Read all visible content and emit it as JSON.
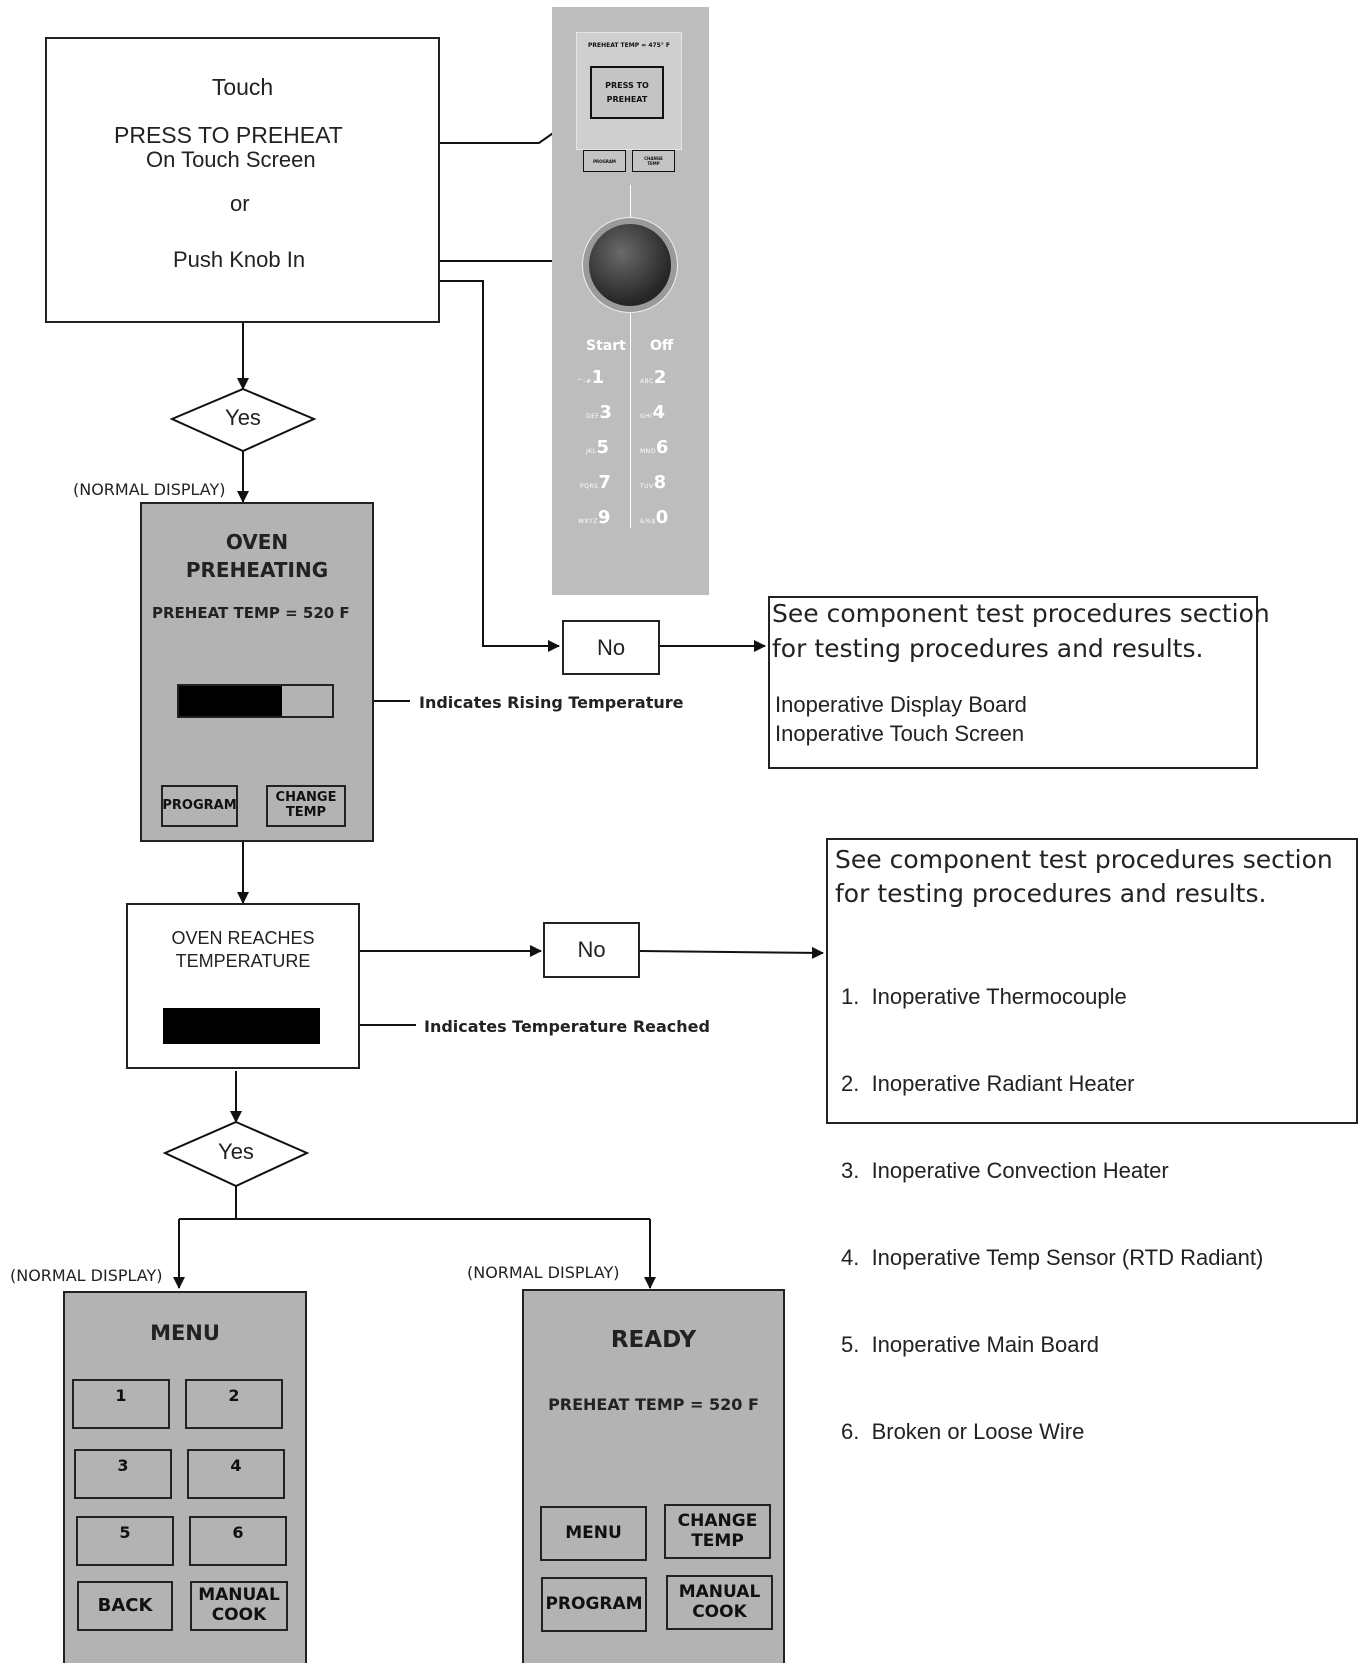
{
  "start_box": {
    "touch": "Touch",
    "press_to_preheat": "PRESS TO PREHEAT",
    "on_touch_screen": "On Touch Screen",
    "or": "or",
    "push_knob_in": "Push Knob In"
  },
  "control_panel": {
    "screen_title": "PREHEAT TEMP = 475° F",
    "press_to_preheat": "PRESS TO\nPREHEAT",
    "program": "PROGRAM",
    "change_temp": "CHANGE\nTEMP",
    "start": "Start",
    "off": "Off",
    "keys": [
      {
        "letters": "\"'-#",
        "digit": "1"
      },
      {
        "letters": "ABC",
        "digit": "2"
      },
      {
        "letters": "DEF",
        "digit": "3"
      },
      {
        "letters": "GHI",
        "digit": "4"
      },
      {
        "letters": "JKL",
        "digit": "5"
      },
      {
        "letters": "MNO",
        "digit": "6"
      },
      {
        "letters": "PQRS",
        "digit": "7"
      },
      {
        "letters": "TUV",
        "digit": "8"
      },
      {
        "letters": "WXYZ",
        "digit": "9"
      },
      {
        "letters": "&%$",
        "digit": "0"
      }
    ]
  },
  "decision1": "Yes",
  "normal_display_1": "(NORMAL DISPLAY)",
  "preheat_panel": {
    "title_line1": "OVEN",
    "title_line2": "PREHEATING",
    "temp": "PREHEAT TEMP = 520 F",
    "progress_fraction": 0.67,
    "program": "PROGRAM",
    "change_temp": "CHANGE\nTEMP"
  },
  "indicates_rising": "Indicates Rising Temperature",
  "no_1": "No",
  "result_box_1": {
    "line1": "See component test procedures section",
    "line2": "for testing procedures and results.",
    "items": [
      "Inoperative Display Board",
      "Inoperative Touch Screen"
    ]
  },
  "reaches_box": {
    "line1": "OVEN REACHES",
    "line2": "TEMPERATURE"
  },
  "indicates_reached": "Indicates  Temperature Reached",
  "no_2": "No",
  "result_box_2": {
    "line1": "See component test procedures section",
    "line2": "for testing procedures and results.",
    "items": [
      "1.  Inoperative Thermocouple",
      "2.  Inoperative Radiant Heater",
      "3.  Inoperative Convection Heater",
      "4.  Inoperative Temp Sensor (RTD Radiant)",
      "5.  Inoperative Main Board",
      "6.  Broken or Loose Wire"
    ]
  },
  "decision2": "Yes",
  "normal_display_2": "(NORMAL DISPLAY)",
  "normal_display_3": "(NORMAL DISPLAY)",
  "menu_panel": {
    "title": "MENU",
    "buttons": [
      "1",
      "2",
      "3",
      "4",
      "5",
      "6"
    ],
    "back": "BACK",
    "manual_cook": "MANUAL\nCOOK"
  },
  "ready_panel": {
    "title": "READY",
    "temp": "PREHEAT TEMP = 520 F",
    "menu": "MENU",
    "change_temp": "CHANGE\nTEMP",
    "program": "PROGRAM",
    "manual_cook": "MANUAL\nCOOK"
  }
}
